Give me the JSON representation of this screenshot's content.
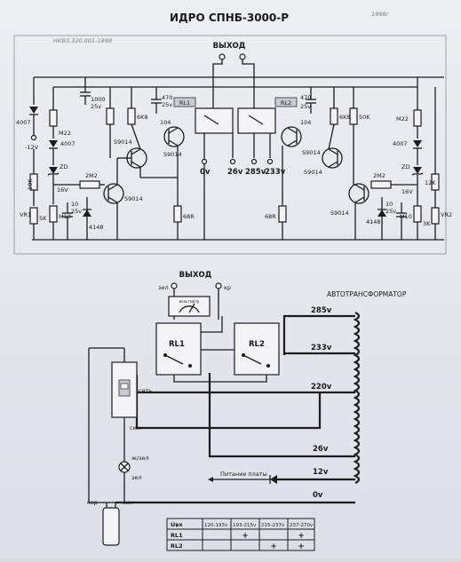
{
  "title": "ИДРО СПНБ-3000-Р",
  "handwritten_note": "1998г",
  "handwritten_doc": "НКВЗ.320.001-1998",
  "top": {
    "output_label": "ВЫХОД",
    "out_taps": [
      "0v",
      "26v",
      "285v",
      "233v"
    ],
    "relays": [
      "RL1",
      "RL2"
    ],
    "diode_4007": "4007",
    "diode_4148": "4148",
    "minus12": "-12V",
    "zd": "ZD",
    "v16": "16V",
    "m22": "M22",
    "r10k": "10K",
    "r2m2": "2M2",
    "r5k": "5K",
    "m10": "M10",
    "r68": "68R",
    "r6k8": "6K8",
    "r50k": "50K",
    "r3k": "3K",
    "r12k": "12K",
    "vr1": "VR1",
    "vr2": "VR2",
    "cap1000": "1000",
    "cap25": "25v",
    "cap470": "470",
    "cap104": "104",
    "cap10": "10",
    "s9014": "S9014"
  },
  "bottom": {
    "output_label": "ВЫХОД",
    "autotransformer": "АВТОТРАНСФОРМАТОР",
    "taps": [
      "285v",
      "233v",
      "220v",
      "26v",
      "12v",
      "0v"
    ],
    "zel": "зел",
    "kr": "кр",
    "voltmeter": "вольтметр",
    "relays": [
      "RL1",
      "RL2"
    ],
    "switch_label": "сеть",
    "sin": "син",
    "yelgr": "ж/зел",
    "zel2": "зел",
    "board_power": "Питание платы",
    "kor": "кор",
    "sin2": "син"
  },
  "table": {
    "header": [
      "Uвх",
      "120-193v",
      "193-215v",
      "215-237v",
      "237-270v"
    ],
    "rows": [
      {
        "name": "RL1",
        "cells": [
          "",
          "+",
          "",
          "+"
        ]
      },
      {
        "name": "RL2",
        "cells": [
          "",
          "",
          "+",
          "+"
        ]
      }
    ]
  }
}
